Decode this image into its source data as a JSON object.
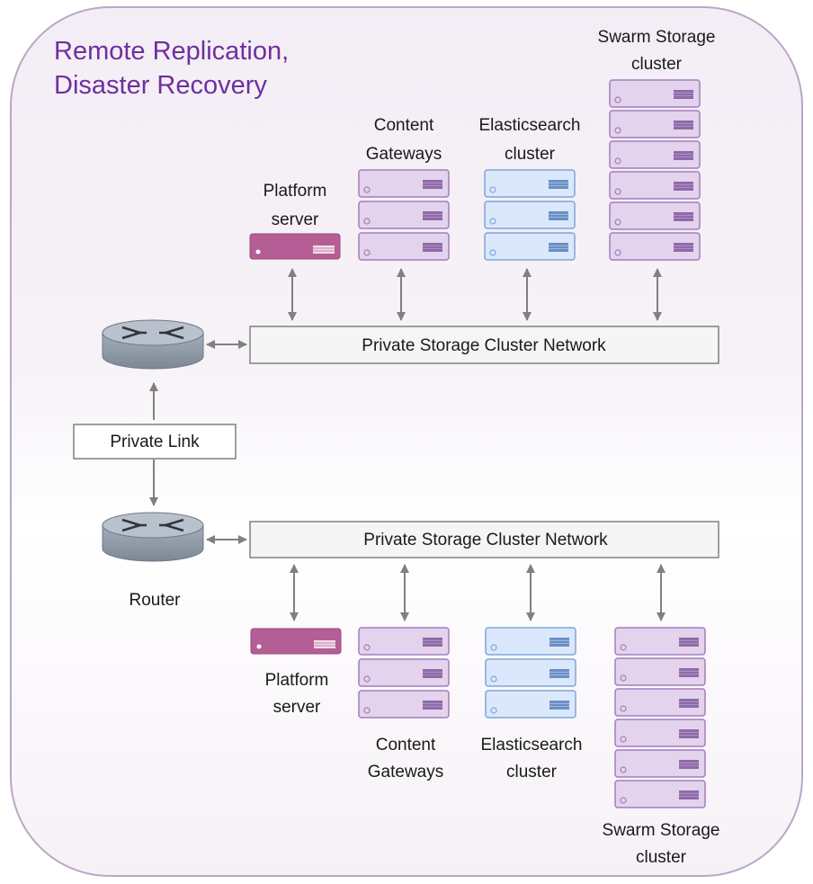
{
  "title": {
    "line1": "Remote Replication,",
    "line2": "Disaster Recovery"
  },
  "top_site": {
    "swarm": {
      "line1": "Swarm Storage",
      "line2": "cluster"
    },
    "gateways": {
      "line1": "Content",
      "line2": "Gateways"
    },
    "elastic": {
      "line1": "Elasticsearch",
      "line2": "cluster"
    },
    "platform": {
      "line1": "Platform",
      "line2": "server"
    },
    "network": "Private Storage Cluster Network"
  },
  "link": {
    "label": "Private Link"
  },
  "bottom_site": {
    "network": "Private Storage Cluster Network",
    "router": "Router",
    "platform": {
      "line1": "Platform",
      "line2": "server"
    },
    "gateways": {
      "line1": "Content",
      "line2": "Gateways"
    },
    "elastic": {
      "line1": "Elasticsearch",
      "line2": "cluster"
    },
    "swarm": {
      "line1": "Swarm Storage",
      "line2": "cluster"
    }
  },
  "icons": {
    "router": "router-icon",
    "storage_node": "storage-node-icon",
    "elastic_node": "elastic-node-icon",
    "platform_server": "platform-server-icon"
  },
  "colors": {
    "background_panel": "#f4eff5",
    "panel_border": "#b9a7c6",
    "title": "#6f2fa0",
    "storage_fill": "#e3d3ec",
    "storage_stroke": "#a37cbf",
    "storage_bar": "#8e6aa8",
    "elastic_fill": "#dbe8fb",
    "elastic_stroke": "#7ea6d8",
    "elastic_bar": "#6a8fc4",
    "platform_fill": "#b55e95",
    "network_fill": "#f5f5f5",
    "arrow": "#808080",
    "router_body": "#8e9aa8"
  }
}
